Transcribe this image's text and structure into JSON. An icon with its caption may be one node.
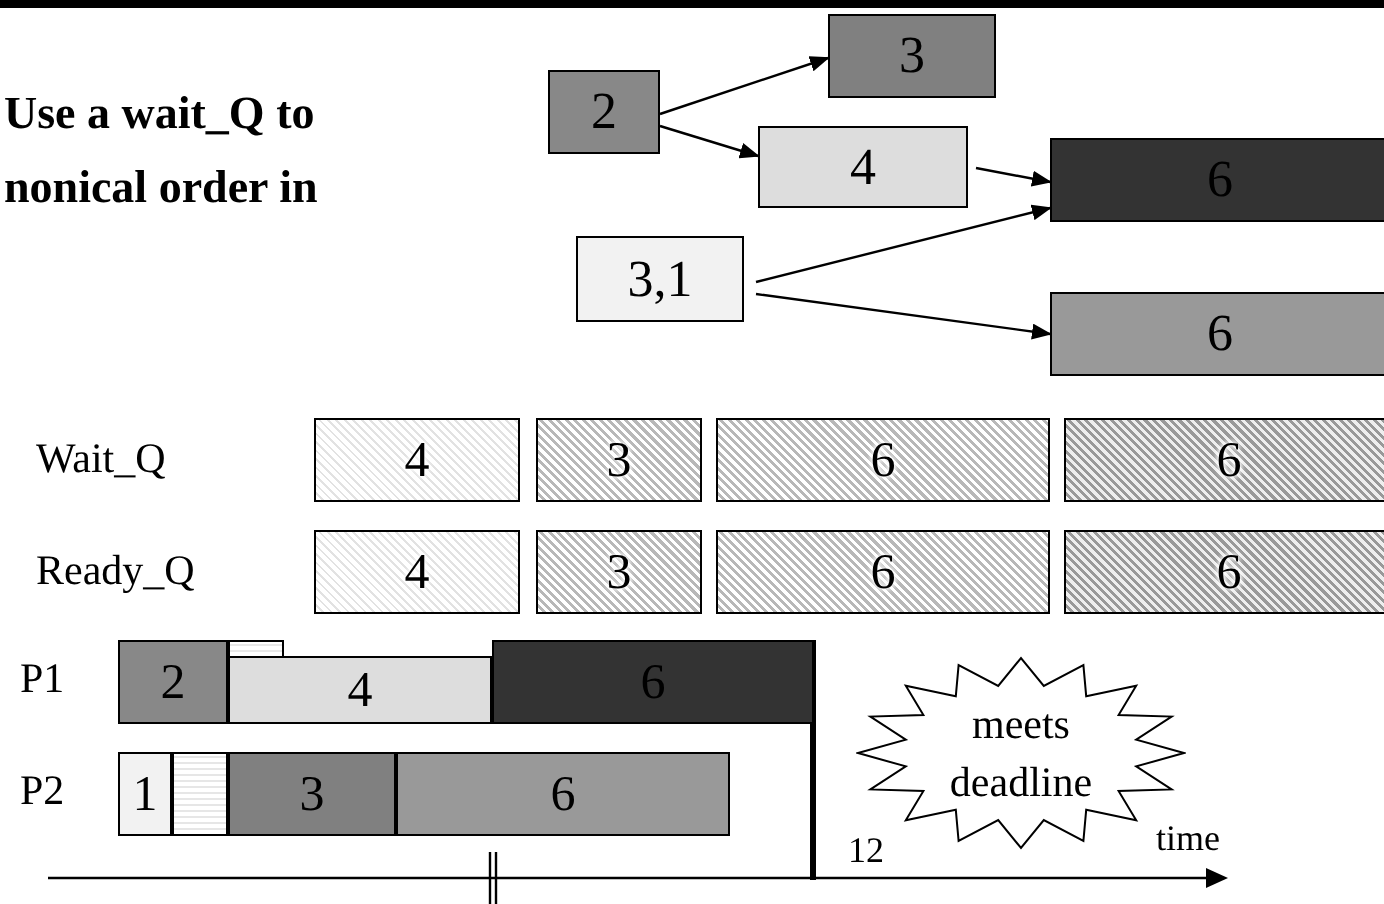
{
  "diagram": {
    "title": "Use a wait_Q to nonical order in",
    "nodes": [
      {
        "text": [
          "3"
        ]
      },
      {
        "text": [
          "2"
        ]
      },
      {
        "text": [
          "4"
        ]
      },
      {
        "text": [
          "6"
        ]
      },
      {
        "text": [
          "3,1"
        ]
      },
      {
        "text": [
          "6"
        ]
      },
      {
        "text": [
          "4"
        ]
      },
      {
        "text": [
          "3"
        ]
      },
      {
        "text": [
          "6"
        ]
      },
      {
        "text": [
          "6"
        ]
      },
      {
        "text": [
          "4"
        ]
      },
      {
        "text": [
          "3"
        ]
      },
      {
        "text": [
          "6"
        ]
      },
      {
        "text": [
          "6"
        ]
      },
      {
        "text": [
          "2"
        ]
      },
      {
        "text": [],
        "shape": "box"
      },
      {
        "text": [
          "4"
        ]
      },
      {
        "text": [
          "6"
        ]
      },
      {
        "text": [
          "1"
        ]
      },
      {
        "text": [],
        "shape": "box"
      },
      {
        "text": [
          "3"
        ]
      },
      {
        "text": [
          "6"
        ]
      },
      {
        "text": [
          "meets deadline"
        ]
      }
    ],
    "edges": [
      {
        "from": 1,
        "to": 0,
        "arrow": "to"
      },
      {
        "from": 1,
        "to": 2,
        "arrow": "to"
      },
      {
        "from": 2,
        "to": 3,
        "arrow": "to"
      },
      {
        "from": 4,
        "to": 3,
        "arrow": "to"
      },
      {
        "from": 4,
        "to": 5,
        "arrow": "to"
      }
    ],
    "labels": [
      "Wait_Q",
      "Ready_Q",
      "P1",
      "P2",
      "12",
      "time"
    ]
  }
}
